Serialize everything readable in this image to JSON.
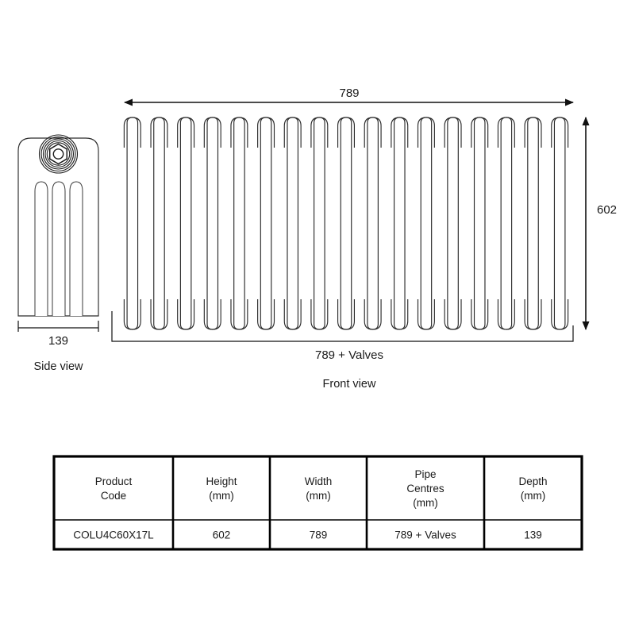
{
  "drawing": {
    "title_hidden": "",
    "views": {
      "side": {
        "label": "Side view",
        "depth_dimension": "139",
        "columns": 4,
        "fitting": "hex-nut-fitting"
      },
      "front": {
        "label": "Front view",
        "width_dimension": "789",
        "height_dimension": "602",
        "pipe_centres_dimension": "789 + Valves",
        "sections": 17
      }
    }
  },
  "table": {
    "headers": [
      "Product\nCode",
      "Height\n(mm)",
      "Width\n(mm)",
      "Pipe\nCentres\n(mm)",
      "Depth\n(mm)"
    ],
    "header_lines": [
      [
        "Product",
        "Code"
      ],
      [
        "Height",
        "(mm)"
      ],
      [
        "Width",
        "(mm)"
      ],
      [
        "Pipe",
        "Centres",
        "(mm)"
      ],
      [
        "Depth",
        "(mm)"
      ]
    ],
    "rows": [
      {
        "product_code": "COLU4C60X17L",
        "height_mm": "602",
        "width_mm": "789",
        "pipe_centres_mm": "789 + Valves",
        "depth_mm": "139"
      }
    ]
  },
  "colors": {
    "line": "#1a1a1a",
    "part_stroke": "#2b2b2b",
    "background": "#ffffff",
    "table_border": "#000000"
  }
}
